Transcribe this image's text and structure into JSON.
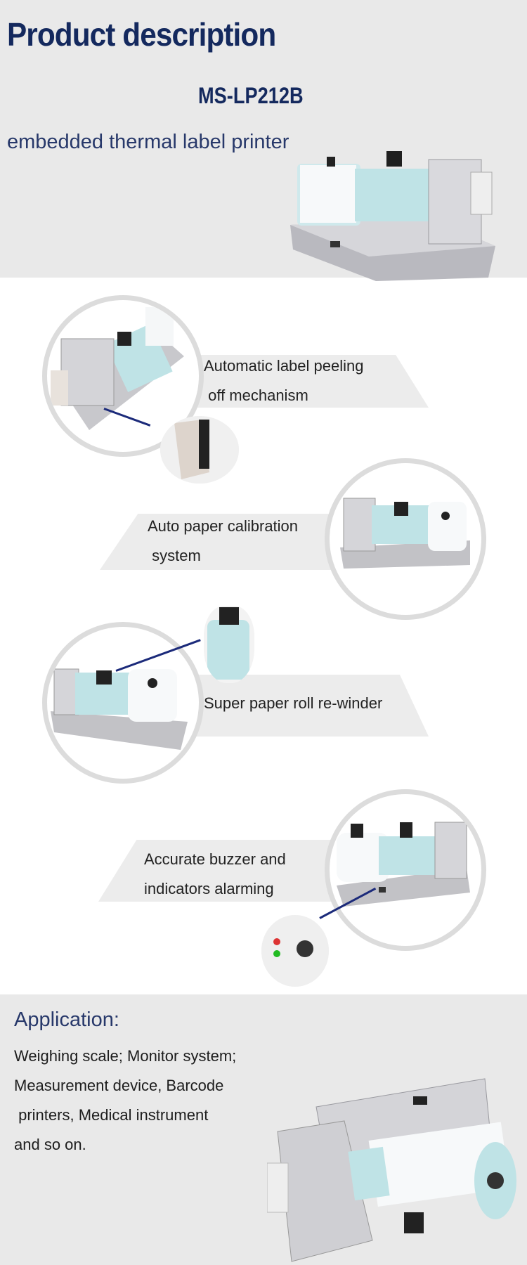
{
  "header": {
    "title": "Product description",
    "model": "MS-LP212B",
    "subtitle": "embedded thermal label printer"
  },
  "features": [
    {
      "lines": [
        "Automatic label peeling",
        " off mechanism"
      ]
    },
    {
      "lines": [
        "Auto paper calibration",
        " system"
      ]
    },
    {
      "lines": [
        "Super paper roll re-winder"
      ]
    },
    {
      "lines": [
        "Accurate buzzer and",
        "indicators alarming"
      ]
    }
  ],
  "application": {
    "title": "Application:",
    "lines": [
      "Weighing scale; Monitor system;",
      "Measurement device, Barcode",
      " printers, Medical instrument",
      "and so on."
    ]
  },
  "colors": {
    "title_navy": "#14295e",
    "pointer_line": "#1b2a7a",
    "label_roll": "#bfe3e6",
    "band_grey": "#e9e9e9"
  }
}
